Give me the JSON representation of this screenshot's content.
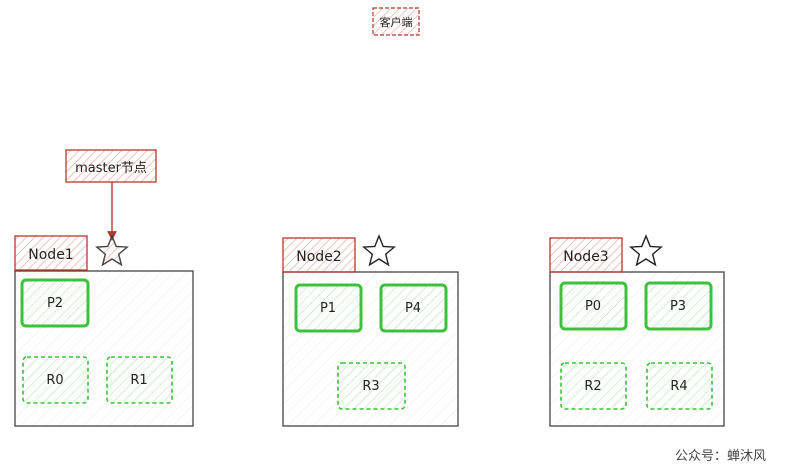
{
  "client": {
    "label": "客户端"
  },
  "master_callout": {
    "label": "master节点"
  },
  "nodes": [
    {
      "name": "Node1",
      "master": true,
      "shards": [
        {
          "label": "P2",
          "type": "primary"
        },
        {
          "label": "R0",
          "type": "replica"
        },
        {
          "label": "R1",
          "type": "replica"
        }
      ]
    },
    {
      "name": "Node2",
      "master": false,
      "shards": [
        {
          "label": "P1",
          "type": "primary"
        },
        {
          "label": "P4",
          "type": "primary"
        },
        {
          "label": "R3",
          "type": "replica"
        }
      ]
    },
    {
      "name": "Node3",
      "master": false,
      "shards": [
        {
          "label": "P0",
          "type": "primary"
        },
        {
          "label": "P3",
          "type": "primary"
        },
        {
          "label": "R2",
          "type": "replica"
        },
        {
          "label": "R4",
          "type": "replica"
        }
      ]
    }
  ],
  "watermark": "公众号：蝉沐风",
  "colors": {
    "tag_stroke": "#b03a2e",
    "tag_hatch": "#e8a9a2",
    "shard_stroke": "#3cc13c",
    "shard_hatch": "#b8e6b8",
    "box_stroke": "#444444"
  }
}
